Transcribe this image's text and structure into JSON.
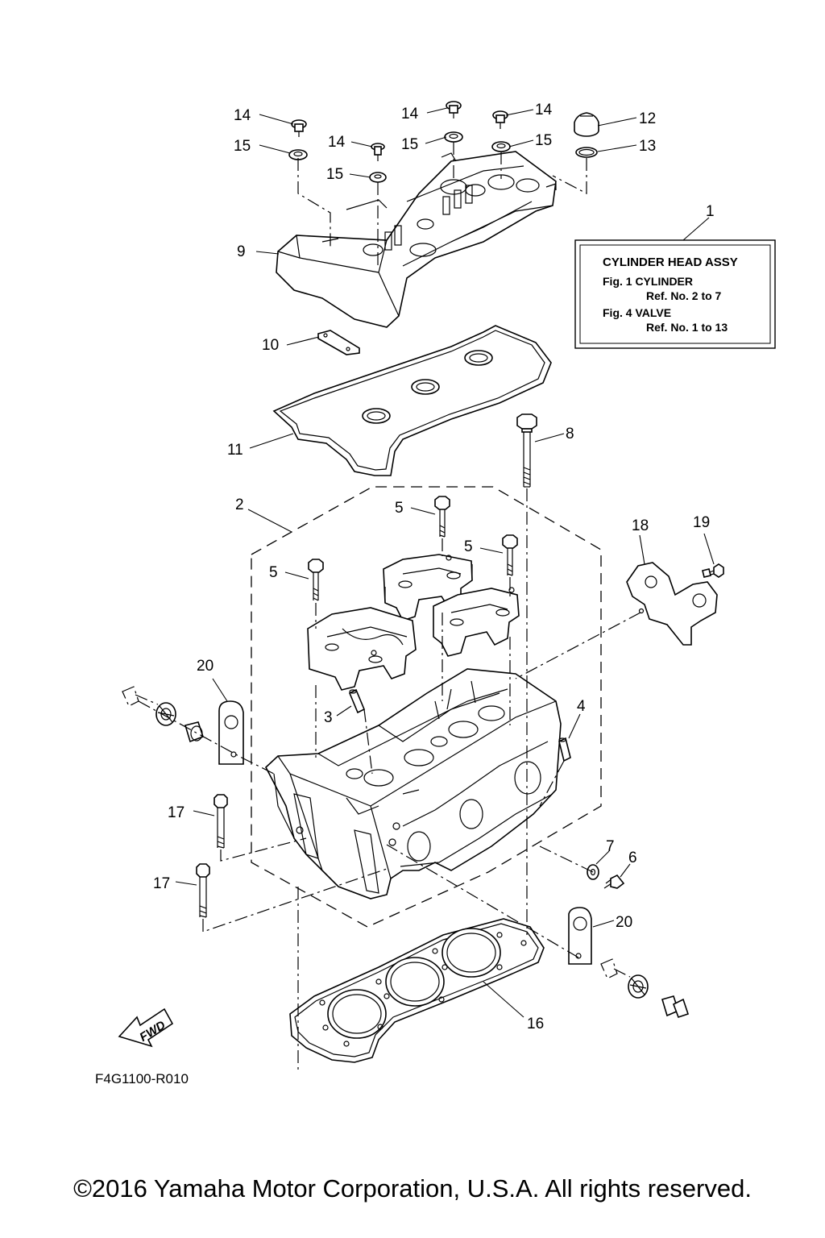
{
  "assembly_box": {
    "ref": "1",
    "title": "CYLINDER HEAD ASSY",
    "line1": "Fig. 1 CYLINDER",
    "line2": "Ref. No. 2 to 7",
    "line3": "Fig. 4 VALVE",
    "line4": "Ref. No. 1 to 13"
  },
  "callouts": {
    "c14a": "14",
    "c14b": "14",
    "c14c": "14",
    "c14d": "14",
    "c15a": "15",
    "c15b": "15",
    "c15c": "15",
    "c15d": "15",
    "c12": "12",
    "c13": "13",
    "c9": "9",
    "c10": "10",
    "c11": "11",
    "c8": "8",
    "c2": "2",
    "c5a": "5",
    "c5b": "5",
    "c5c": "5",
    "c18": "18",
    "c19": "19",
    "c20a": "20",
    "c20b": "20",
    "c3": "3",
    "c4": "4",
    "c17a": "17",
    "c17b": "17",
    "c7": "7",
    "c6": "6",
    "c16": "16"
  },
  "fwd_label": "FWD",
  "diagram_code": "F4G1100-R010",
  "copyright": "©2016 Yamaha Motor Corporation, U.S.A. All rights reserved."
}
